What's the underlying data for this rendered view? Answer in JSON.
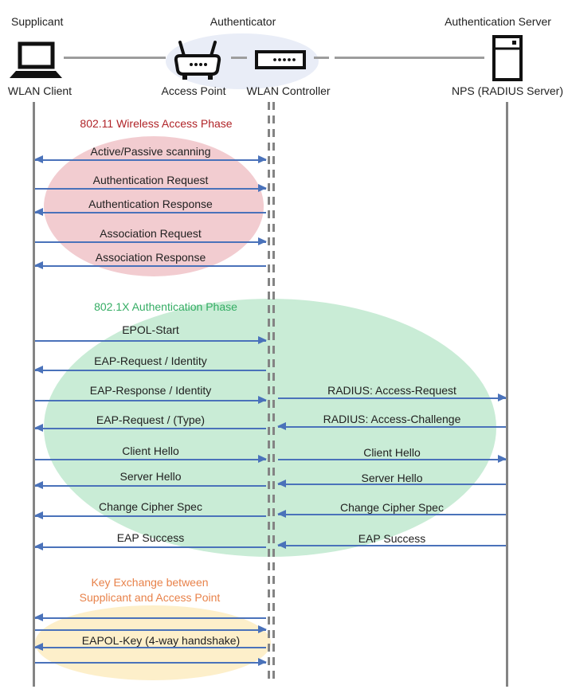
{
  "diagram": {
    "header": {
      "supplicant_role": "Supplicant",
      "authenticator_role": "Authenticator",
      "server_role": "Authentication Server",
      "supplicant_name": "WLAN Client",
      "ap_name": "Access Point",
      "controller_name": "WLAN Controller",
      "server_name": "NPS (RADIUS Server)"
    },
    "phases": {
      "phase1": {
        "title": "802.11 Wireless Access Phase"
      },
      "phase2": {
        "title": "802.1X Authentication Phase"
      },
      "phase3": {
        "title_line1": "Key Exchange between",
        "title_line2": "Supplicant and Access Point",
        "key_label": "EAPOL-Key (4-way handshake)",
        "handshake_arrow_directions": [
          "left",
          "right",
          "left",
          "right"
        ]
      }
    },
    "messages_left": [
      {
        "label": "Active/Passive scanning",
        "direction": "both"
      },
      {
        "label": "Authentication Request",
        "direction": "right"
      },
      {
        "label": "Authentication Response",
        "direction": "left"
      },
      {
        "label": "Association Request",
        "direction": "right"
      },
      {
        "label": "Association Response",
        "direction": "left"
      },
      {
        "label": "EPOL-Start",
        "direction": "right"
      },
      {
        "label": "EAP-Request / Identity",
        "direction": "left"
      },
      {
        "label": "EAP-Response / Identity",
        "direction": "right"
      },
      {
        "label": "EAP-Request / (Type)",
        "direction": "left"
      },
      {
        "label": "Client Hello",
        "direction": "right"
      },
      {
        "label": "Server Hello",
        "direction": "left"
      },
      {
        "label": "Change Cipher Spec",
        "direction": "left"
      },
      {
        "label": "EAP Success",
        "direction": "left"
      }
    ],
    "messages_right": [
      {
        "label": "RADIUS: Access-Request",
        "direction": "right"
      },
      {
        "label": "RADIUS: Access-Challenge",
        "direction": "left"
      },
      {
        "label": "Client Hello",
        "direction": "right"
      },
      {
        "label": "Server Hello",
        "direction": "left"
      },
      {
        "label": "Change Cipher Spec",
        "direction": "left"
      },
      {
        "label": "EAP Success",
        "direction": "left"
      }
    ],
    "colors": {
      "arrow": "#4a72ba",
      "lifeline": "#848484",
      "connector": "#9d9d9d",
      "authenticator_bg": "#e9edf7",
      "phase1_text": "#b02428",
      "phase1_fill": "#f2ccd0",
      "phase2_text": "#35ad64",
      "phase2_fill": "#c9ecd6",
      "phase3_text": "#e8824a",
      "phase3_fill": "#fdefca"
    }
  }
}
